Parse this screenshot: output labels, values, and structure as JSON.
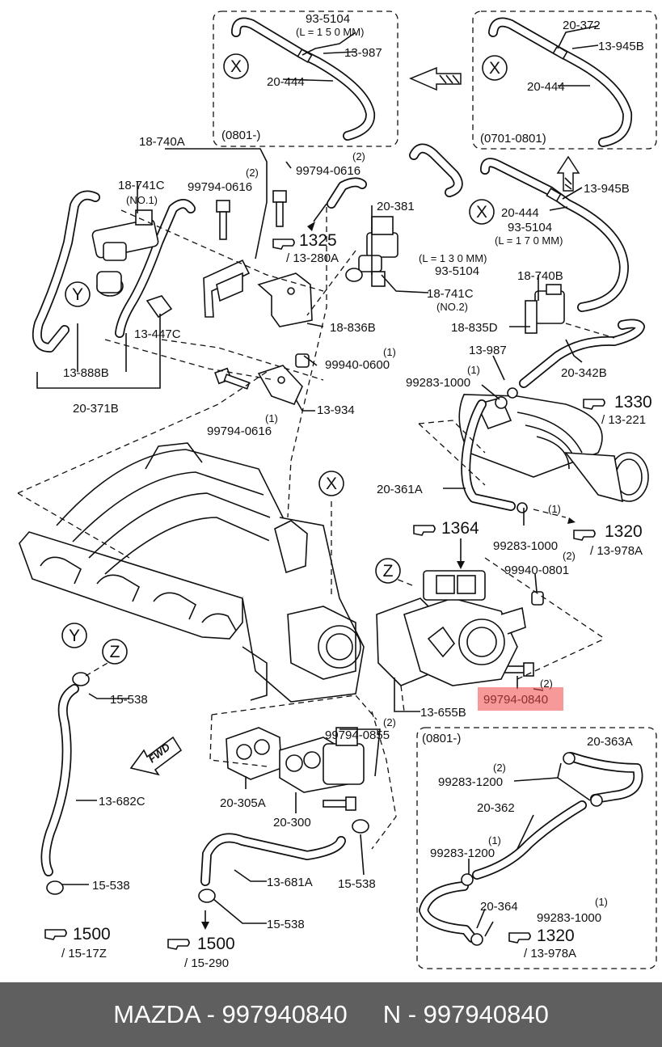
{
  "labels": {
    "l_93_5104_a": "93-5104",
    "l_l150": "(L = 1 5 0 MM)",
    "l_13_987_a": "13-987",
    "l_20_444_a": "20-444",
    "l_0801a": "(0801-)",
    "l_20_372": "20-372",
    "l_13_945b_a": "13-945B",
    "l_20_444_b": "20-444",
    "l_0701_0801": "(0701-0801)",
    "l_13_945b_b": "13-945B",
    "l_20_444_c": "20-444",
    "l_93_5104_b": "93-5104",
    "l_l170": "(L = 1 7 0 MM)",
    "l_18_740a": "18-740A",
    "l_18_741c_a": "18-741C",
    "l_no1": "(NO.1)",
    "l_q2_a": "(2)",
    "l_99794_0616_a": "99794-0616",
    "l_q2_b": "(2)",
    "l_99794_0616_b": "99794-0616",
    "l_20_381": "20-381",
    "l_1325": "1325",
    "l_13_280a": "/ 13-280A",
    "l_l130": "(L = 1 3 0 MM)",
    "l_93_5104_c": "93-5104",
    "l_18_741c_b": "18-741C",
    "l_no2": "(NO.2)",
    "l_18_740b": "18-740B",
    "l_18_835d": "18-835D",
    "l_18_836b": "18-836B",
    "l_q1_a": "(1)",
    "l_99940_0600": "99940-0600",
    "l_13_447c": "13-447C",
    "l_13_888b": "13-888B",
    "l_20_371b": "20-371B",
    "l_13_934": "13-934",
    "l_q1_b": "(1)",
    "l_99794_0616_c": "99794-0616",
    "l_13_987_b": "13-987",
    "l_q1_c": "(1)",
    "l_99283_1000_a": "99283-1000",
    "l_20_342b": "20-342B",
    "l_1330": "1330",
    "l_13_221": "/ 13-221",
    "l_20_361a": "20-361A",
    "l_q1_d": "(1)",
    "l_99283_1000_b": "99283-1000",
    "l_1320_a": "1320",
    "l_13_978a_a": "/ 13-978A",
    "l_1364": "1364",
    "l_q2_c": "(2)",
    "l_99940_0801": "99940-0801",
    "l_q2_d": "(2)",
    "l_99794_0840": "99794-0840",
    "l_13_655b": "13-655B",
    "l_15_538_a": "15-538",
    "l_q2_e": "(2)",
    "l_99794_0855": "99794-0855",
    "l_0801b": "(0801-)",
    "l_20_363a": "20-363A",
    "l_q2_f": "(2)",
    "l_99283_1200_a": "99283-1200",
    "l_20_362": "20-362",
    "l_q1_e": "(1)",
    "l_99283_1200_b": "99283-1200",
    "l_20_364": "20-364",
    "l_q1_f": "(1)",
    "l_99283_1000_c": "99283-1000",
    "l_1320_b": "1320",
    "l_13_978a_b": "/ 13-978A",
    "l_13_682c": "13-682C",
    "l_20_305a": "20-305A",
    "l_20_300": "20-300",
    "l_13_681a": "13-681A",
    "l_15_538_b": "15-538",
    "l_15_538_c": "15-538",
    "l_15_538_d": "15-538",
    "l_1500_a": "1500",
    "l_15_17z": "/ 15-17Z",
    "l_1500_b": "1500",
    "l_15_290": "/ 15-290",
    "l_fwd": "FWD"
  },
  "markers": {
    "x": "X",
    "y": "Y",
    "z": "Z"
  },
  "footer": {
    "left": "MAZDA - 997940840",
    "right": "N - 997940840"
  }
}
